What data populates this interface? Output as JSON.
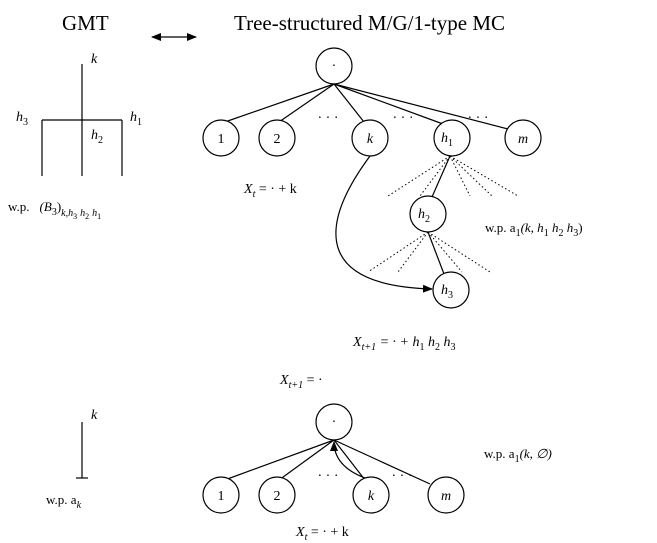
{
  "titles": {
    "left": "GMT",
    "right": "Tree-structured M/G/1-type MC"
  },
  "gmt_top": {
    "k": "k",
    "h1": "h",
    "h1_sub": "1",
    "h2": "h",
    "h2_sub": "2",
    "h3": "h",
    "h3_sub": "3",
    "prob_prefix": "w.p.",
    "prob_B": "(B",
    "prob_B_sub": "3",
    "prob_close": ")",
    "prob_indices": "k,h",
    "prob_idx_sub": "3",
    "prob_tail": "h",
    "prob_tail_sub1": "2",
    "prob_tail2": "h",
    "prob_tail_sub2": "1"
  },
  "tree_top": {
    "root": "·",
    "children": [
      "1",
      "2",
      "k",
      "h",
      "m"
    ],
    "child_h_sub": "1",
    "h2": "h",
    "h2_sub": "2",
    "h3": "h",
    "h3_sub": "3",
    "dots": [
      "· · ·",
      "· · ·",
      "· · ·"
    ],
    "xt_lhs": "X",
    "xt_sub": "t",
    "xt_rhs": " = · + k",
    "xt1_lhs": "X",
    "xt1_sub": "t+1",
    "xt1_rhs": " = · + h",
    "xt1_s1": "1",
    "xt1_h2": " h",
    "xt1_s2": "2",
    "xt1_h3": " h",
    "xt1_s3": "3",
    "prob": "w.p.  a",
    "prob_sub": "1",
    "prob_args": "(k, h",
    "prob_a1": "1",
    "prob_h2": " h",
    "prob_a2": "2",
    "prob_h3": " h",
    "prob_a3": "3",
    "prob_close": ")"
  },
  "gmt_bottom": {
    "k": "k",
    "prob": "w.p.  a",
    "prob_sub": "k"
  },
  "tree_bottom": {
    "state_lhs": "X",
    "state_sub": "t+1",
    "state_rhs": " = ·",
    "root": "·",
    "children": [
      "1",
      "2",
      "k",
      "m"
    ],
    "dots": [
      "· · ·",
      "· · ·"
    ],
    "xt_lhs": "X",
    "xt_sub": "t",
    "xt_rhs": " = · + k",
    "prob": "w.p.  a",
    "prob_sub": "1",
    "prob_args": "(k, ∅)"
  }
}
